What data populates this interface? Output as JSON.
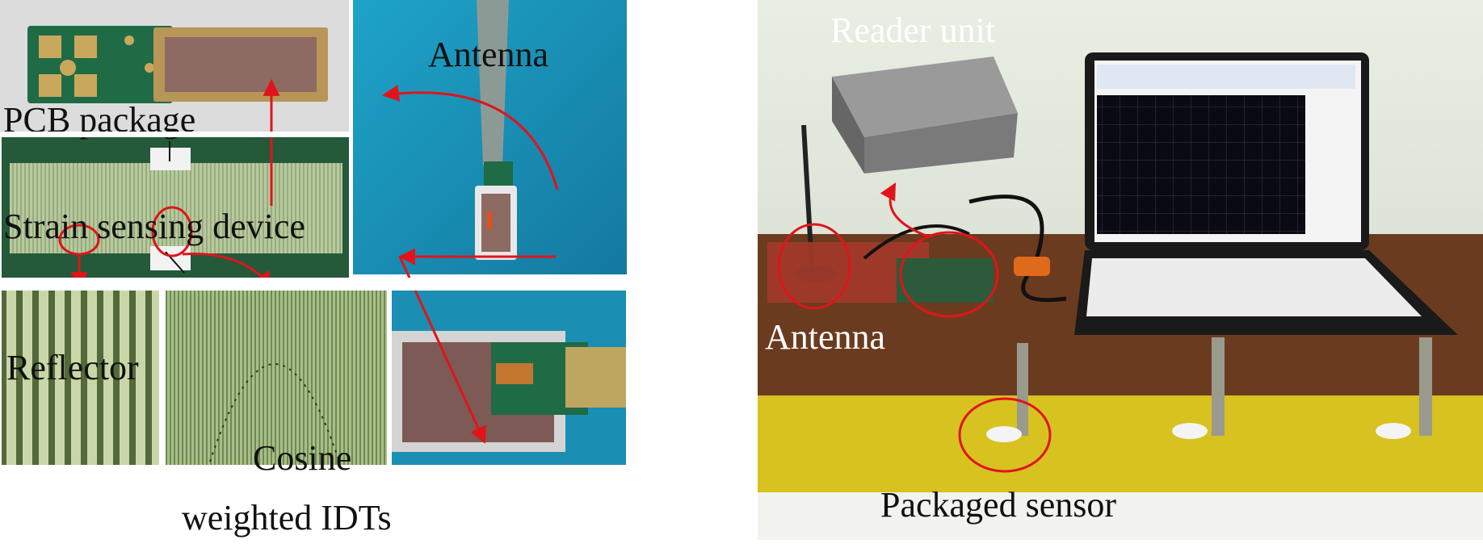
{
  "labels": {
    "pcb_package": "PCB package",
    "antenna_left": "Antenna",
    "strain_sensing_device": "Strain sensing device",
    "reflector": "Reflector",
    "cosine_line1": "Cosine",
    "cosine_line2": "weighted IDTs",
    "reader_unit": "Reader unit",
    "antenna_right": "Antenna",
    "packaged_sensor": "Packaged sensor"
  },
  "colors": {
    "annotation_red": "#e0141a",
    "pcb_green": "#1f6b45",
    "teal_background": "#1c8db0",
    "yellow_board": "#d7c21f",
    "wood_table": "#6b3b1f"
  }
}
